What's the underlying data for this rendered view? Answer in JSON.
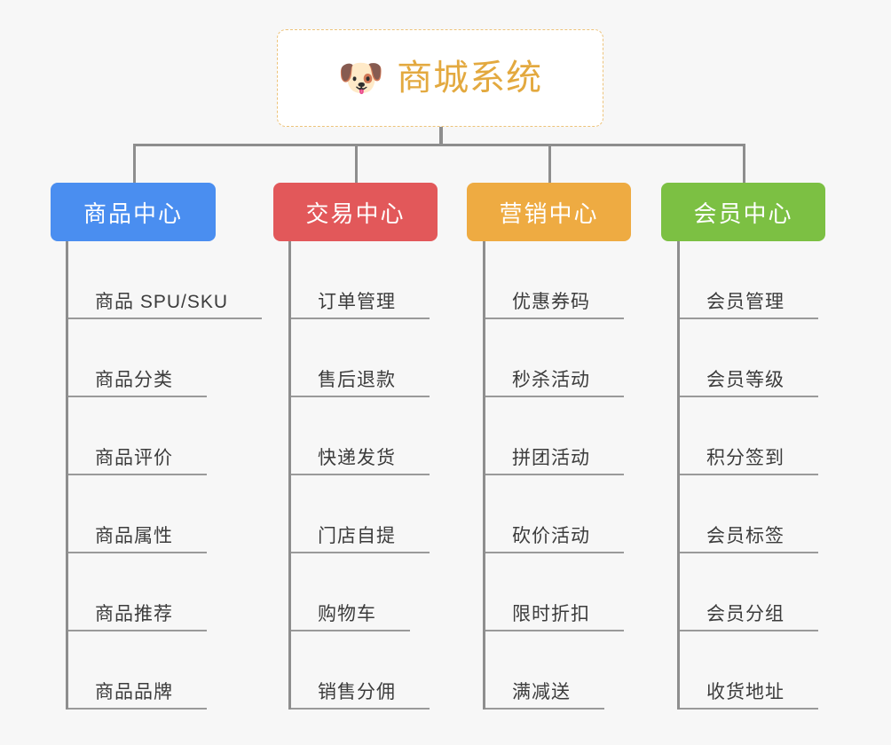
{
  "page": {
    "background_color": "#f7f7f7",
    "connector_color": "#8e8e8e"
  },
  "root": {
    "icon": "dog-face-emoji",
    "icon_glyph": "🐶",
    "title": "商城系统",
    "title_color": "#e3a93f",
    "border_color": "#edc37a",
    "background_color": "#ffffff"
  },
  "categories": [
    {
      "label": "商品中心",
      "color": "#4a8ef0",
      "items": [
        "商品 SPU/SKU",
        "商品分类",
        "商品评价",
        "商品属性",
        "商品推荐",
        "商品品牌"
      ]
    },
    {
      "label": "交易中心",
      "color": "#e2585a",
      "items": [
        "订单管理",
        "售后退款",
        "快递发货",
        "门店自提",
        "购物车",
        "销售分佣"
      ]
    },
    {
      "label": "营销中心",
      "color": "#eeab42",
      "items": [
        "优惠券码",
        "秒杀活动",
        "拼团活动",
        "砍价活动",
        "限时折扣",
        "满减送"
      ]
    },
    {
      "label": "会员中心",
      "color": "#7cc043",
      "items": [
        "会员管理",
        "会员等级",
        "积分签到",
        "会员标签",
        "会员分组",
        "收货地址"
      ]
    }
  ]
}
